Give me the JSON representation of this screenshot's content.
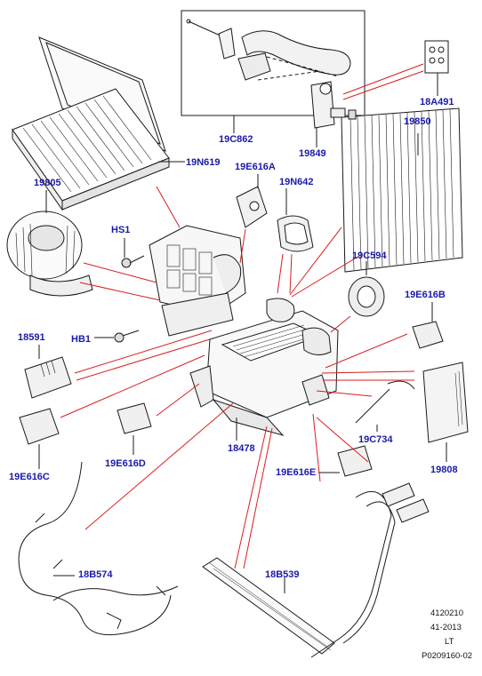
{
  "colors": {
    "callout_text": "#1a1aa8",
    "leader_line": "#d81e1e",
    "part_line": "#1a1a1a"
  },
  "callouts": {
    "c19C862": "19C862",
    "c18A491": "18A491",
    "c19N619": "19N619",
    "c19849": "19849",
    "c19850": "19850",
    "c19805": "19805",
    "c19E616A": "19E616A",
    "c19N642": "19N642",
    "cHS1": "HS1",
    "c19C594": "19C594",
    "c19E616B": "19E616B",
    "c18591": "18591",
    "cHB1": "HB1",
    "c19E616C": "19E616C",
    "c19E616D": "19E616D",
    "c18478": "18478",
    "c19C734": "19C734",
    "c19E616E": "19E616E",
    "c19808": "19808",
    "c18B574": "18B574",
    "c18B539": "18B539"
  },
  "reference": {
    "line1": "4120210",
    "line2": "41-2013",
    "line3": "LT",
    "line4": "P0209160-02"
  }
}
